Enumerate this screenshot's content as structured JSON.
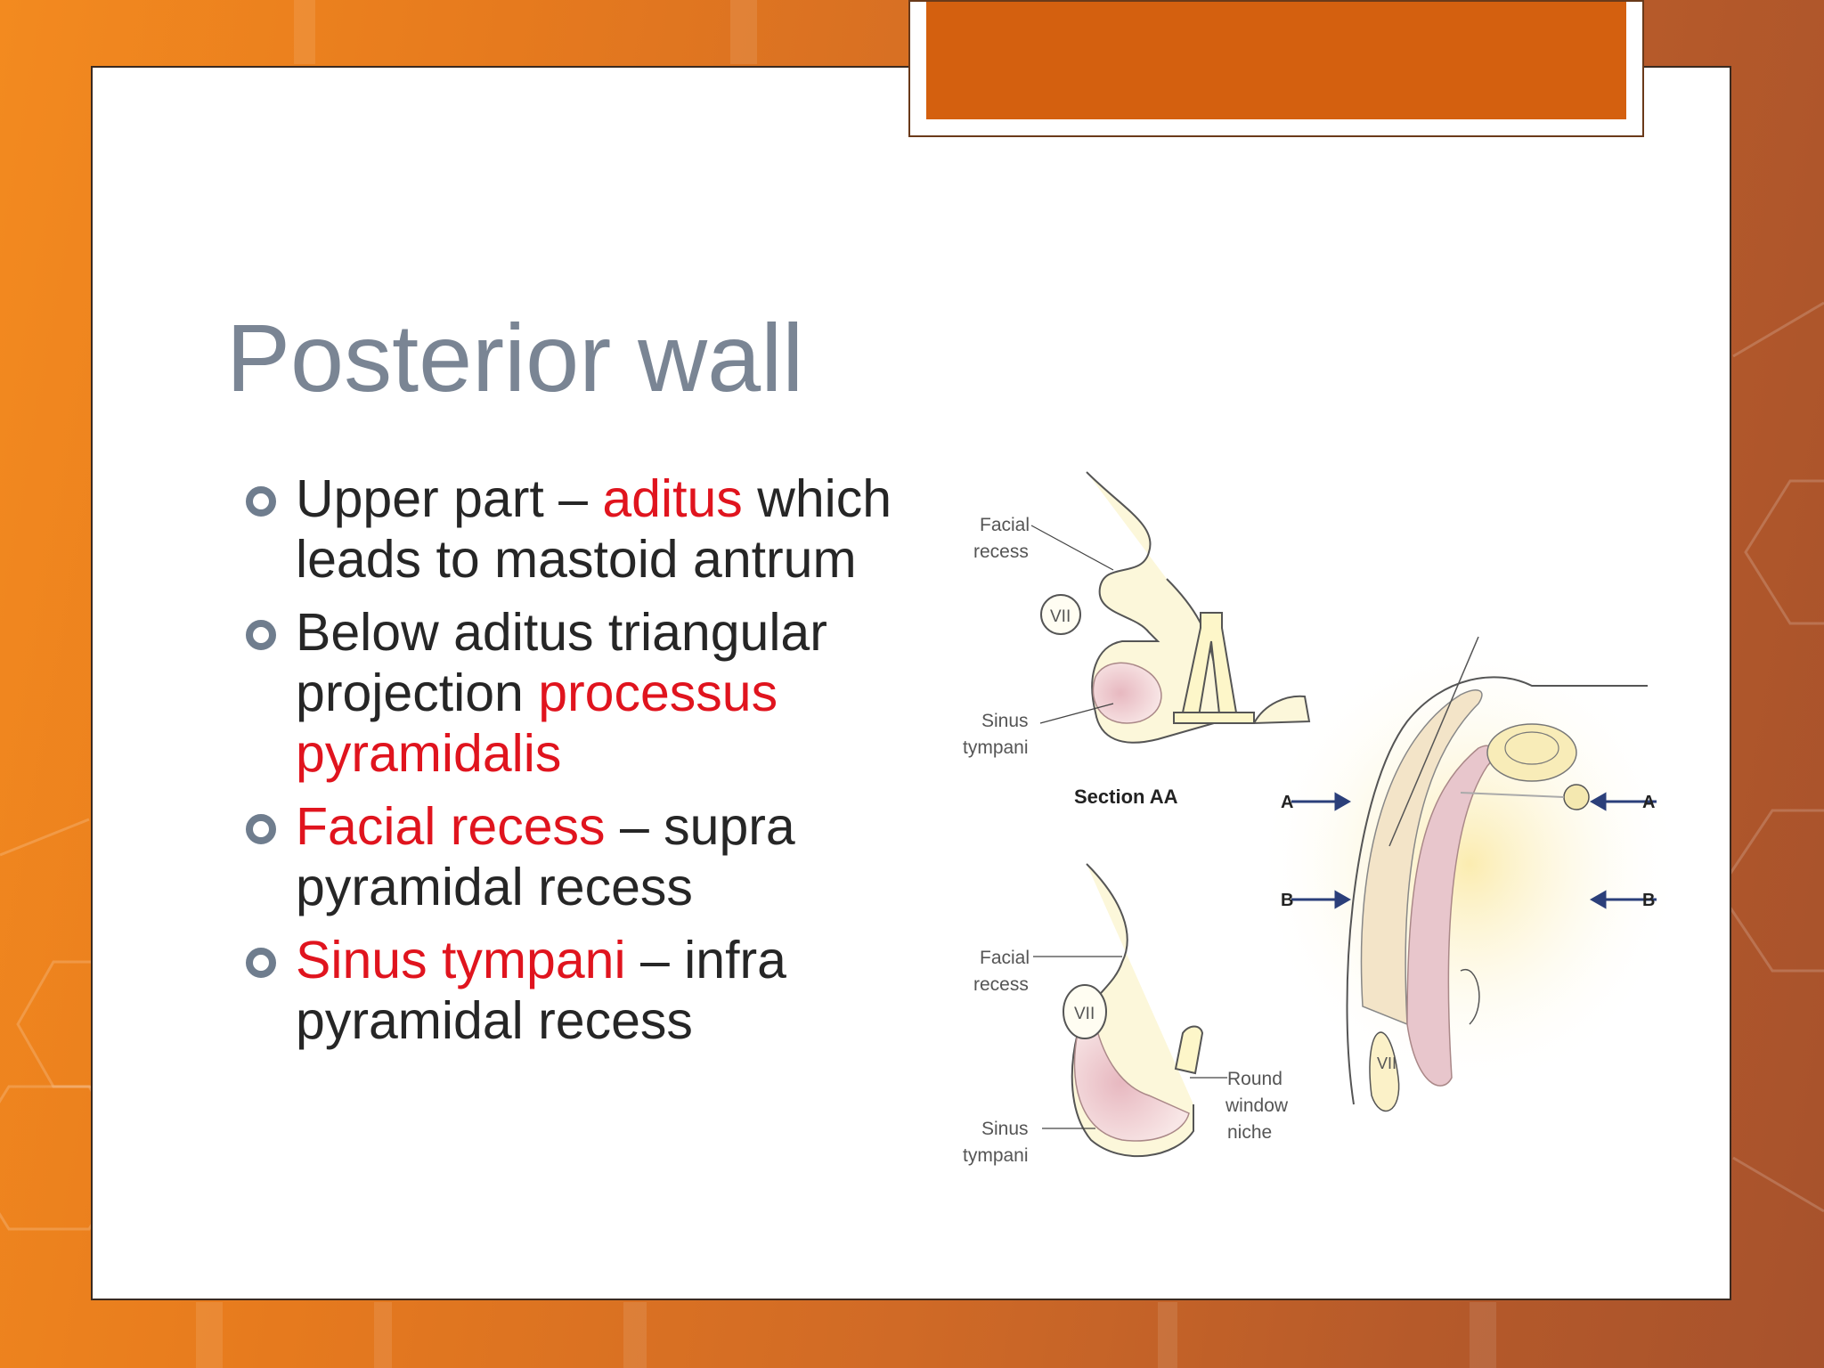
{
  "slide": {
    "title": "Posterior wall",
    "bullets": [
      {
        "parts": [
          {
            "text": "Upper part – ",
            "highlight": false
          },
          {
            "text": "aditus",
            "highlight": true
          },
          {
            "text": " which leads to mastoid antrum",
            "highlight": false
          }
        ]
      },
      {
        "parts": [
          {
            "text": "Below aditus triangular projection ",
            "highlight": false
          },
          {
            "text": "processus pyramidalis",
            "highlight": true
          }
        ]
      },
      {
        "parts": [
          {
            "text": "Facial recess",
            "highlight": true
          },
          {
            "text": " – supra pyramidal recess",
            "highlight": false
          }
        ]
      },
      {
        "parts": [
          {
            "text": "Sinus tympani",
            "highlight": true
          },
          {
            "text": " – infra pyramidal recess",
            "highlight": false
          }
        ]
      }
    ]
  },
  "diagram": {
    "section_title": "Section AA",
    "labels": {
      "facial_recess_top_1": "Facial",
      "facial_recess_top_2": "recess",
      "vii_top": "VII",
      "sinus_top_1": "Sinus",
      "sinus_top_2": "tympani",
      "facial_recess_bottom_1": "Facial",
      "facial_recess_bottom_2": "recess",
      "vii_bottom": "VII",
      "sinus_bottom_1": "Sinus",
      "sinus_bottom_2": "tympani",
      "round_window_1": "Round",
      "round_window_2": "window",
      "round_window_3": "niche",
      "arrow_a_left": "A",
      "arrow_a_right": "A",
      "arrow_b_left": "B",
      "arrow_b_right": "B",
      "vii_right": "VII"
    }
  },
  "colors": {
    "accent": "#d4600f",
    "highlight": "#e0141e",
    "title": "#7a8594",
    "body_text": "#262626"
  }
}
